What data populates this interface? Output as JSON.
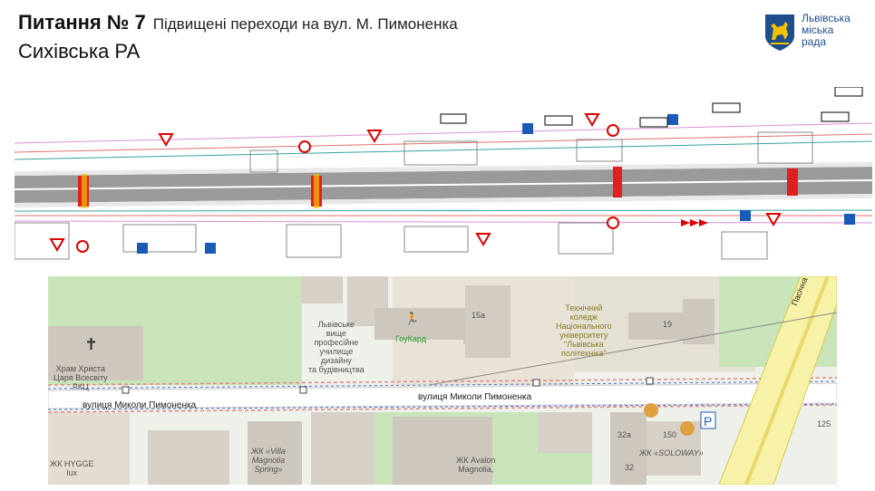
{
  "header": {
    "title_main": "Питання № 7",
    "title_sub": "Підвищені переходи на вул. М. Пимоненка",
    "district": "Сихівська РА"
  },
  "logo": {
    "line1": "Львівська",
    "line2": "міська",
    "line3": "рада",
    "colors": {
      "shield": "#1f4e8c",
      "lion": "#f2c200"
    }
  },
  "map": {
    "street_main_1": "вулиця Миколи Пимоненка",
    "street_main_2": "вулиця Миколи Пимоненка",
    "street_pasichna": "Пасічна вулиця",
    "church_l1": "Храм Христа",
    "church_l2": "Царя Всесвіту",
    "church_l3": "РКЦ",
    "school_l1": "Львівське",
    "school_l2": "вище",
    "school_l3": "професійне",
    "school_l4": "училище",
    "school_l5": "дизайну",
    "school_l6": "та будівництва",
    "gowkard": "ГоуКард",
    "college_l1": "Технічний",
    "college_l2": "коледж",
    "college_l3": "Національного",
    "college_l4": "університету",
    "college_l5": "\"Львівська",
    "college_l6": "політехніка\"",
    "num_15a": "15а",
    "num_19": "19",
    "num_125": "125",
    "num_32a": "32а",
    "num_150": "150",
    "num_32": "32",
    "villa_l1": "ЖК «Villa",
    "villa_l2": "Magnolia",
    "villa_l3": "Spring»",
    "avalon_l1": "ЖК Avalon",
    "avalon_l2": "Magnolia,",
    "soloway": "ЖК «SOLOWAY»",
    "hygge_l1": "ЖК HYGGE",
    "hygge_l2": "lux"
  }
}
